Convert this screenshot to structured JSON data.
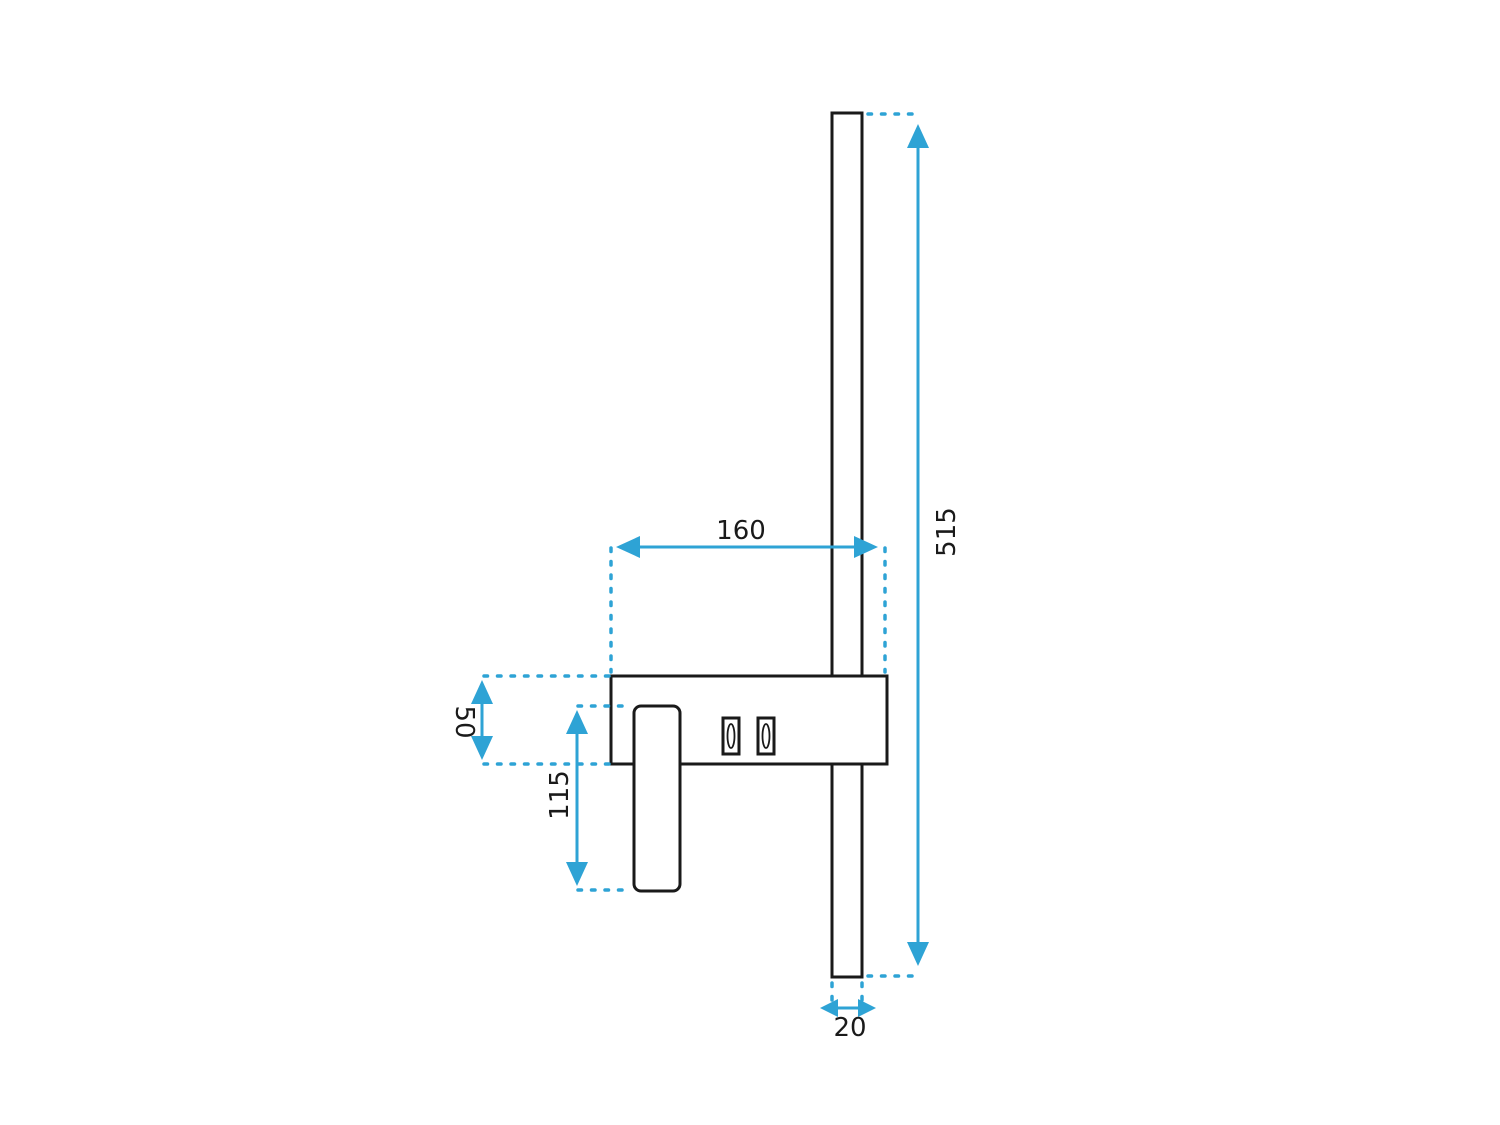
{
  "colors": {
    "dimension": "#2ea3d5",
    "outline": "#1a1a1a",
    "background": "#ffffff"
  },
  "dimensions": {
    "total_height": "515",
    "arm_length": "160",
    "bar_width": "20",
    "base_height": "50",
    "plate_height": "115"
  }
}
